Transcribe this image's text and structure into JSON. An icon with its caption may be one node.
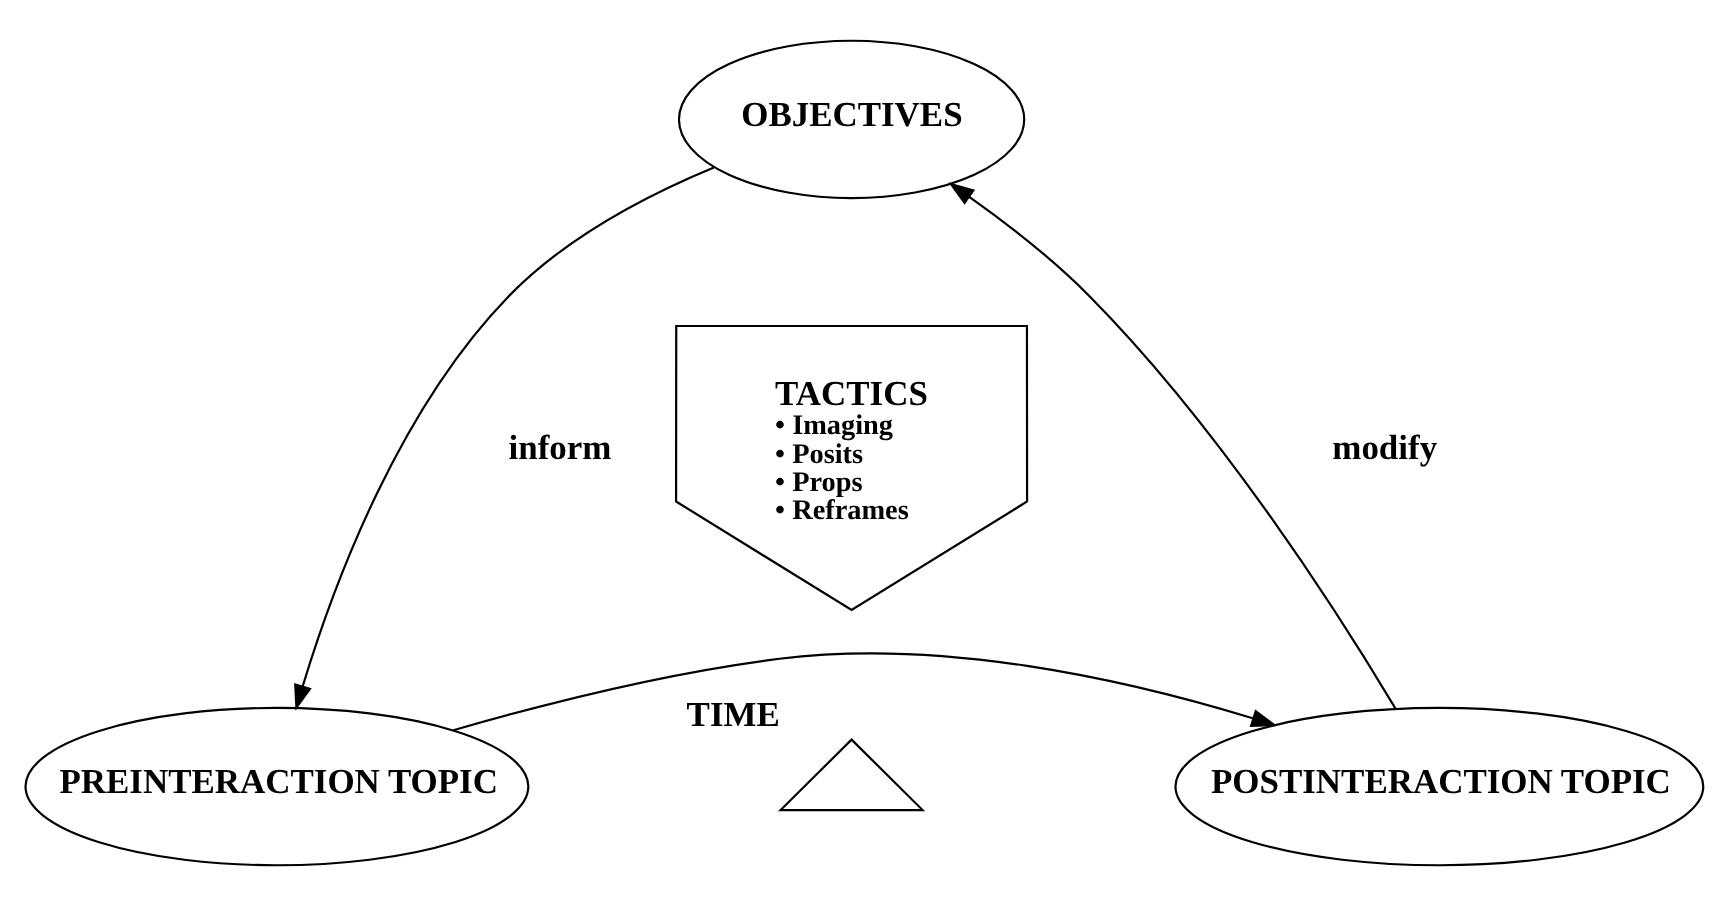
{
  "diagram": {
    "nodes": [
      {
        "text": [
          "OBJECTIVES"
        ]
      },
      {
        "text": [
          "PREINTERACTION TOPIC"
        ]
      },
      {
        "text": [
          "TACTICS",
          "• Imaging",
          "• Posits",
          "• Props",
          "• Reframes"
        ]
      },
      {
        "text": [
          "POSTINTERACTION TOPIC"
        ]
      },
      {
        "text": [],
        "shape": "triangle",
        "beside": [
          "TIME"
        ]
      }
    ],
    "edges": [
      {
        "from": 0,
        "to": 1,
        "label": "inform",
        "arrow": "to"
      },
      {
        "from": 3,
        "to": 0,
        "label": "modify",
        "arrow": "to"
      },
      {
        "from": 1,
        "to": 3,
        "arrow": "to"
      }
    ]
  }
}
